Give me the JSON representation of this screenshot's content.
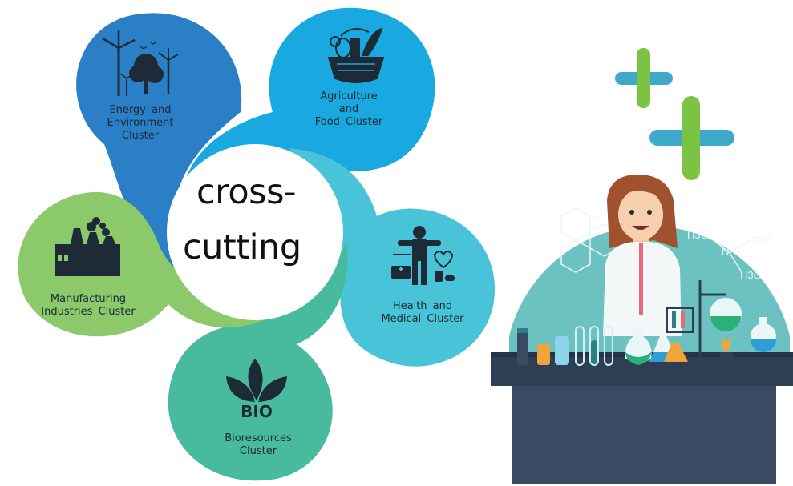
{
  "center": {
    "line1": "cross-",
    "line2": "cutting"
  },
  "clusters": [
    {
      "label": "Energy  and\nEnvironment\nCluster",
      "color": "#2b7fc6",
      "icon": "wind-turbine-tree-icon"
    },
    {
      "label": "Agriculture\nand\nFood  Cluster",
      "color": "#19a8e0",
      "icon": "food-basket-icon"
    },
    {
      "label": "Health  and\nMedical  Cluster",
      "color": "#49c3d8",
      "icon": "health-medical-icon"
    },
    {
      "label": "Bioresources\nCluster",
      "color": "#48bb9f",
      "icon": "leaf-bio-icon",
      "icon_text": "BIO"
    },
    {
      "label": "Manufacturing\nIndustries  Cluster",
      "color": "#8bc96a",
      "icon": "factory-icon"
    }
  ],
  "lab_illustration": {
    "molecule_label": "H2",
    "chem_labels": [
      "H3C",
      "N",
      "CH3",
      "H3C"
    ],
    "plus_color": "#7cc243",
    "plus_bar_color": "#3fa9c9"
  }
}
